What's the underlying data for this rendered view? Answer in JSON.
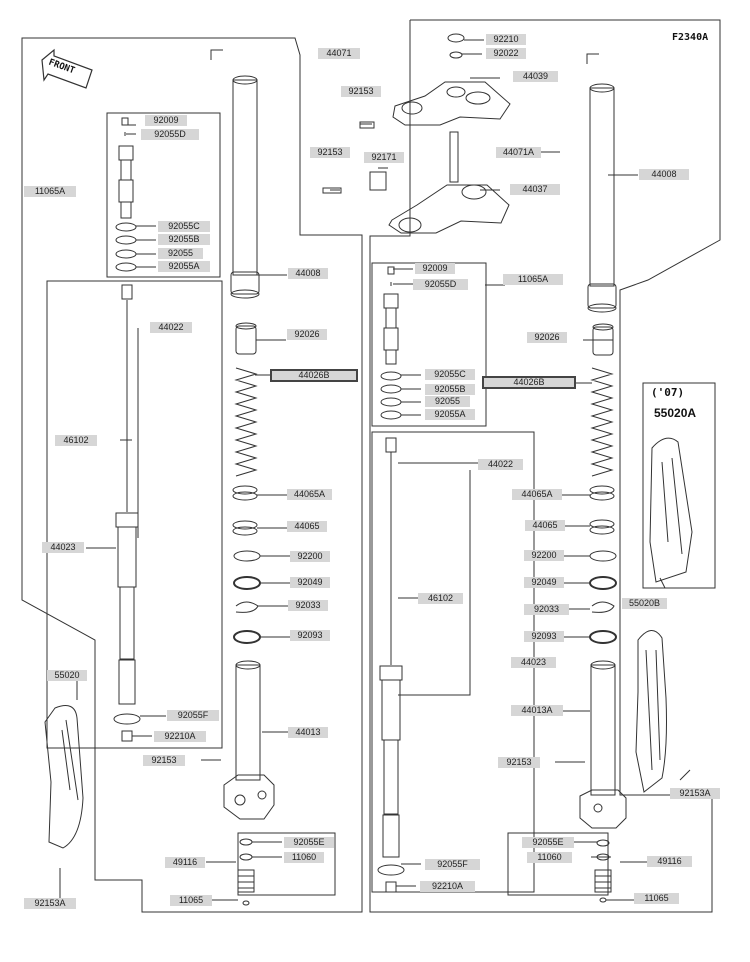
{
  "diagram_code": "F2340A",
  "front_label": "FRONT",
  "year_note": "('07)",
  "callouts": {
    "l44071": "44071",
    "l44008": "44008",
    "l92026": "92026",
    "l44026b": "44026B",
    "l44065a": "44065A",
    "l44065": "44065",
    "l92200": "92200",
    "l92049": "92049",
    "l92033": "92033",
    "l92093": "92093",
    "l44013": "44013",
    "l92009": "92009",
    "l92055d": "92055D",
    "l11065a": "11065A",
    "l92055c": "92055C",
    "l92055b": "92055B",
    "l92055": "92055",
    "l92055a": "92055A",
    "l44022": "44022",
    "l46102": "46102",
    "l44023": "44023",
    "l92055f": "92055F",
    "l92210a": "92210A",
    "l55020": "55020",
    "l92153": "92153",
    "l92055e": "92055E",
    "l11060": "11060",
    "l49116": "49116",
    "l11065": "11065",
    "l92153a": "92153A",
    "r92210": "92210",
    "r92022": "92022",
    "r44039": "44039",
    "r92153_top": "92153",
    "r92153_mid": "92153",
    "r92171": "92171",
    "r44071a": "44071A",
    "r44008": "44008",
    "r44037": "44037",
    "r92009": "92009",
    "r11065a": "11065A",
    "r92055d": "92055D",
    "r92026": "92026",
    "r92055c": "92055C",
    "r44026b": "44026B",
    "r92055b": "92055B",
    "r92055": "92055",
    "r92055a": "92055A",
    "r44022": "44022",
    "r44065a": "44065A",
    "r44065": "44065",
    "r92200": "92200",
    "r92049": "92049",
    "r46102": "46102",
    "r92033": "92033",
    "r55020b": "55020B",
    "r92093": "92093",
    "r44023": "44023",
    "r44013a": "44013A",
    "r92153": "92153",
    "r92153a": "92153A",
    "r92055e": "92055E",
    "r11060": "11060",
    "r49116": "49116",
    "r92055f": "92055F",
    "r92210a": "92210A",
    "r11065": "11065",
    "r55020a": "55020A"
  }
}
